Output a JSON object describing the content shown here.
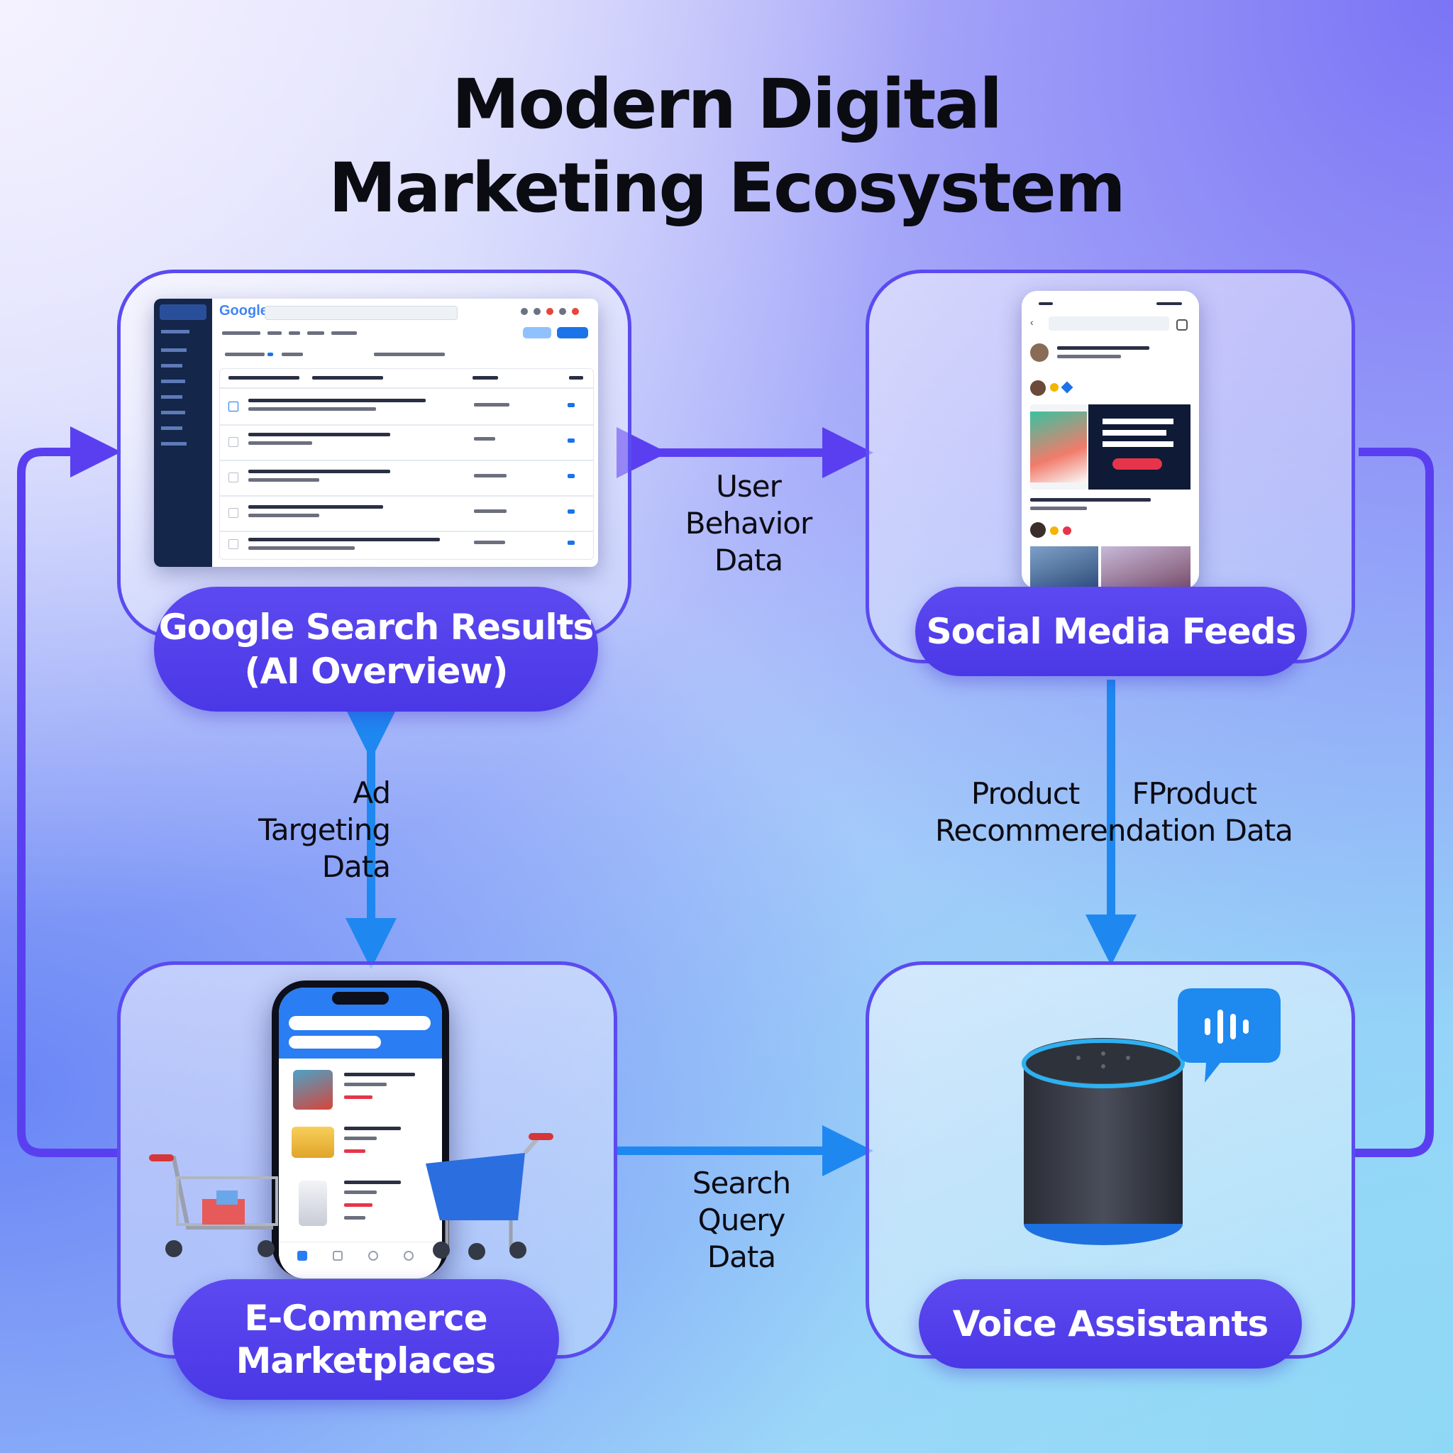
{
  "title": {
    "line1": "Modern Digital",
    "line2": "Marketing Ecosystem"
  },
  "nodes": {
    "google": {
      "line1": "Google Search Results",
      "line2": "(AI Overview)"
    },
    "social": {
      "label": "Social Media Feeds"
    },
    "ecommerce": {
      "line1": "E-Commerce",
      "line2": "Marketplaces"
    },
    "voice": {
      "label": "Voice Assistants"
    }
  },
  "flows": {
    "user_behavior": {
      "line1": "User",
      "line2": "Behavior",
      "line3": "Data"
    },
    "ad_targeting": {
      "line1": "Ad",
      "line2": "Targeting",
      "line3": "Data"
    },
    "product_recommendation": {
      "line1": "Product       FProduct",
      "line2": "Recommerendation Data"
    },
    "search_query": {
      "line1": "Search",
      "line2": "Query",
      "line3": "Data"
    }
  },
  "google_mock": {
    "logo": "Google"
  },
  "colors": {
    "card_border": "#5a4bf0",
    "pill": "#4f3ded",
    "arrow_purple": "#5a3ff0",
    "arrow_blue": "#1e88f0"
  },
  "icons": [
    "google-logo-icon",
    "voice-speech-bubble-icon",
    "smart-speaker-icon",
    "shopping-cart-icon",
    "back-arrow-icon",
    "home-icon"
  ]
}
